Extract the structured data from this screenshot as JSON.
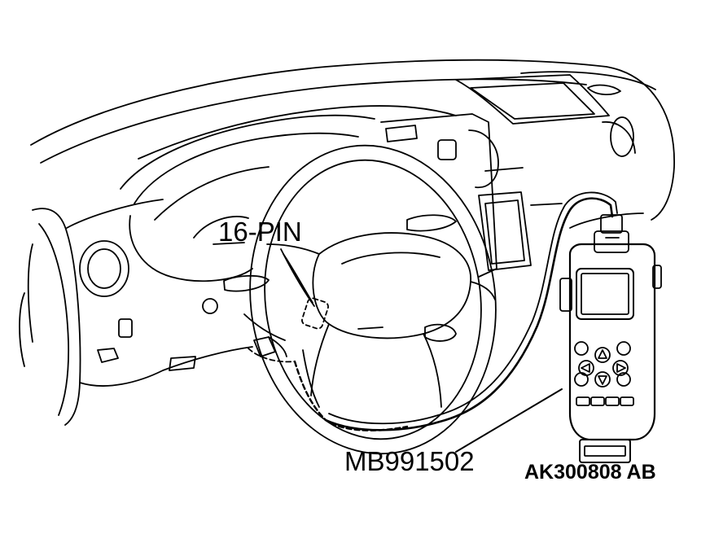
{
  "labels": {
    "connector": "16-PIN",
    "tool": "MB991502",
    "figure_code": "AK300808 AB"
  },
  "colors": {
    "line": "#000000",
    "background": "#ffffff"
  },
  "icons": [
    "dashboard-outline",
    "steering-wheel",
    "diagnostic-connector",
    "scan-tool",
    "arrow-up-icon",
    "arrow-down-icon",
    "arrow-left-icon",
    "arrow-right-icon"
  ]
}
